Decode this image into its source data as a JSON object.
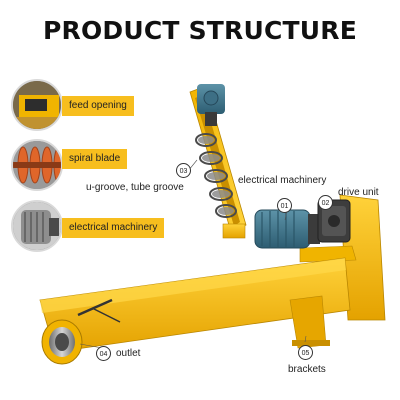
{
  "title": "PRODUCT STRUCTURE",
  "callouts": [
    {
      "label": "feed opening",
      "icon": "feed-opening-thumbnail"
    },
    {
      "label": "spiral blade",
      "icon": "spiral-blade-thumbnail"
    },
    {
      "label": "electrical machinery",
      "icon": "electrical-machinery-thumbnail"
    }
  ],
  "parts": {
    "groove": {
      "num": "03",
      "label": "u-groove, tube groove"
    },
    "machinery": {
      "label": "electrical machinery"
    },
    "motor": {
      "num": "01"
    },
    "drive": {
      "num": "02",
      "label": "drive unit"
    },
    "outlet": {
      "num": "04",
      "label": "outlet"
    },
    "brackets": {
      "num": "05",
      "label": "brackets"
    }
  },
  "colors": {
    "accent": "#f7be1e",
    "motor": "#3a6f86"
  }
}
